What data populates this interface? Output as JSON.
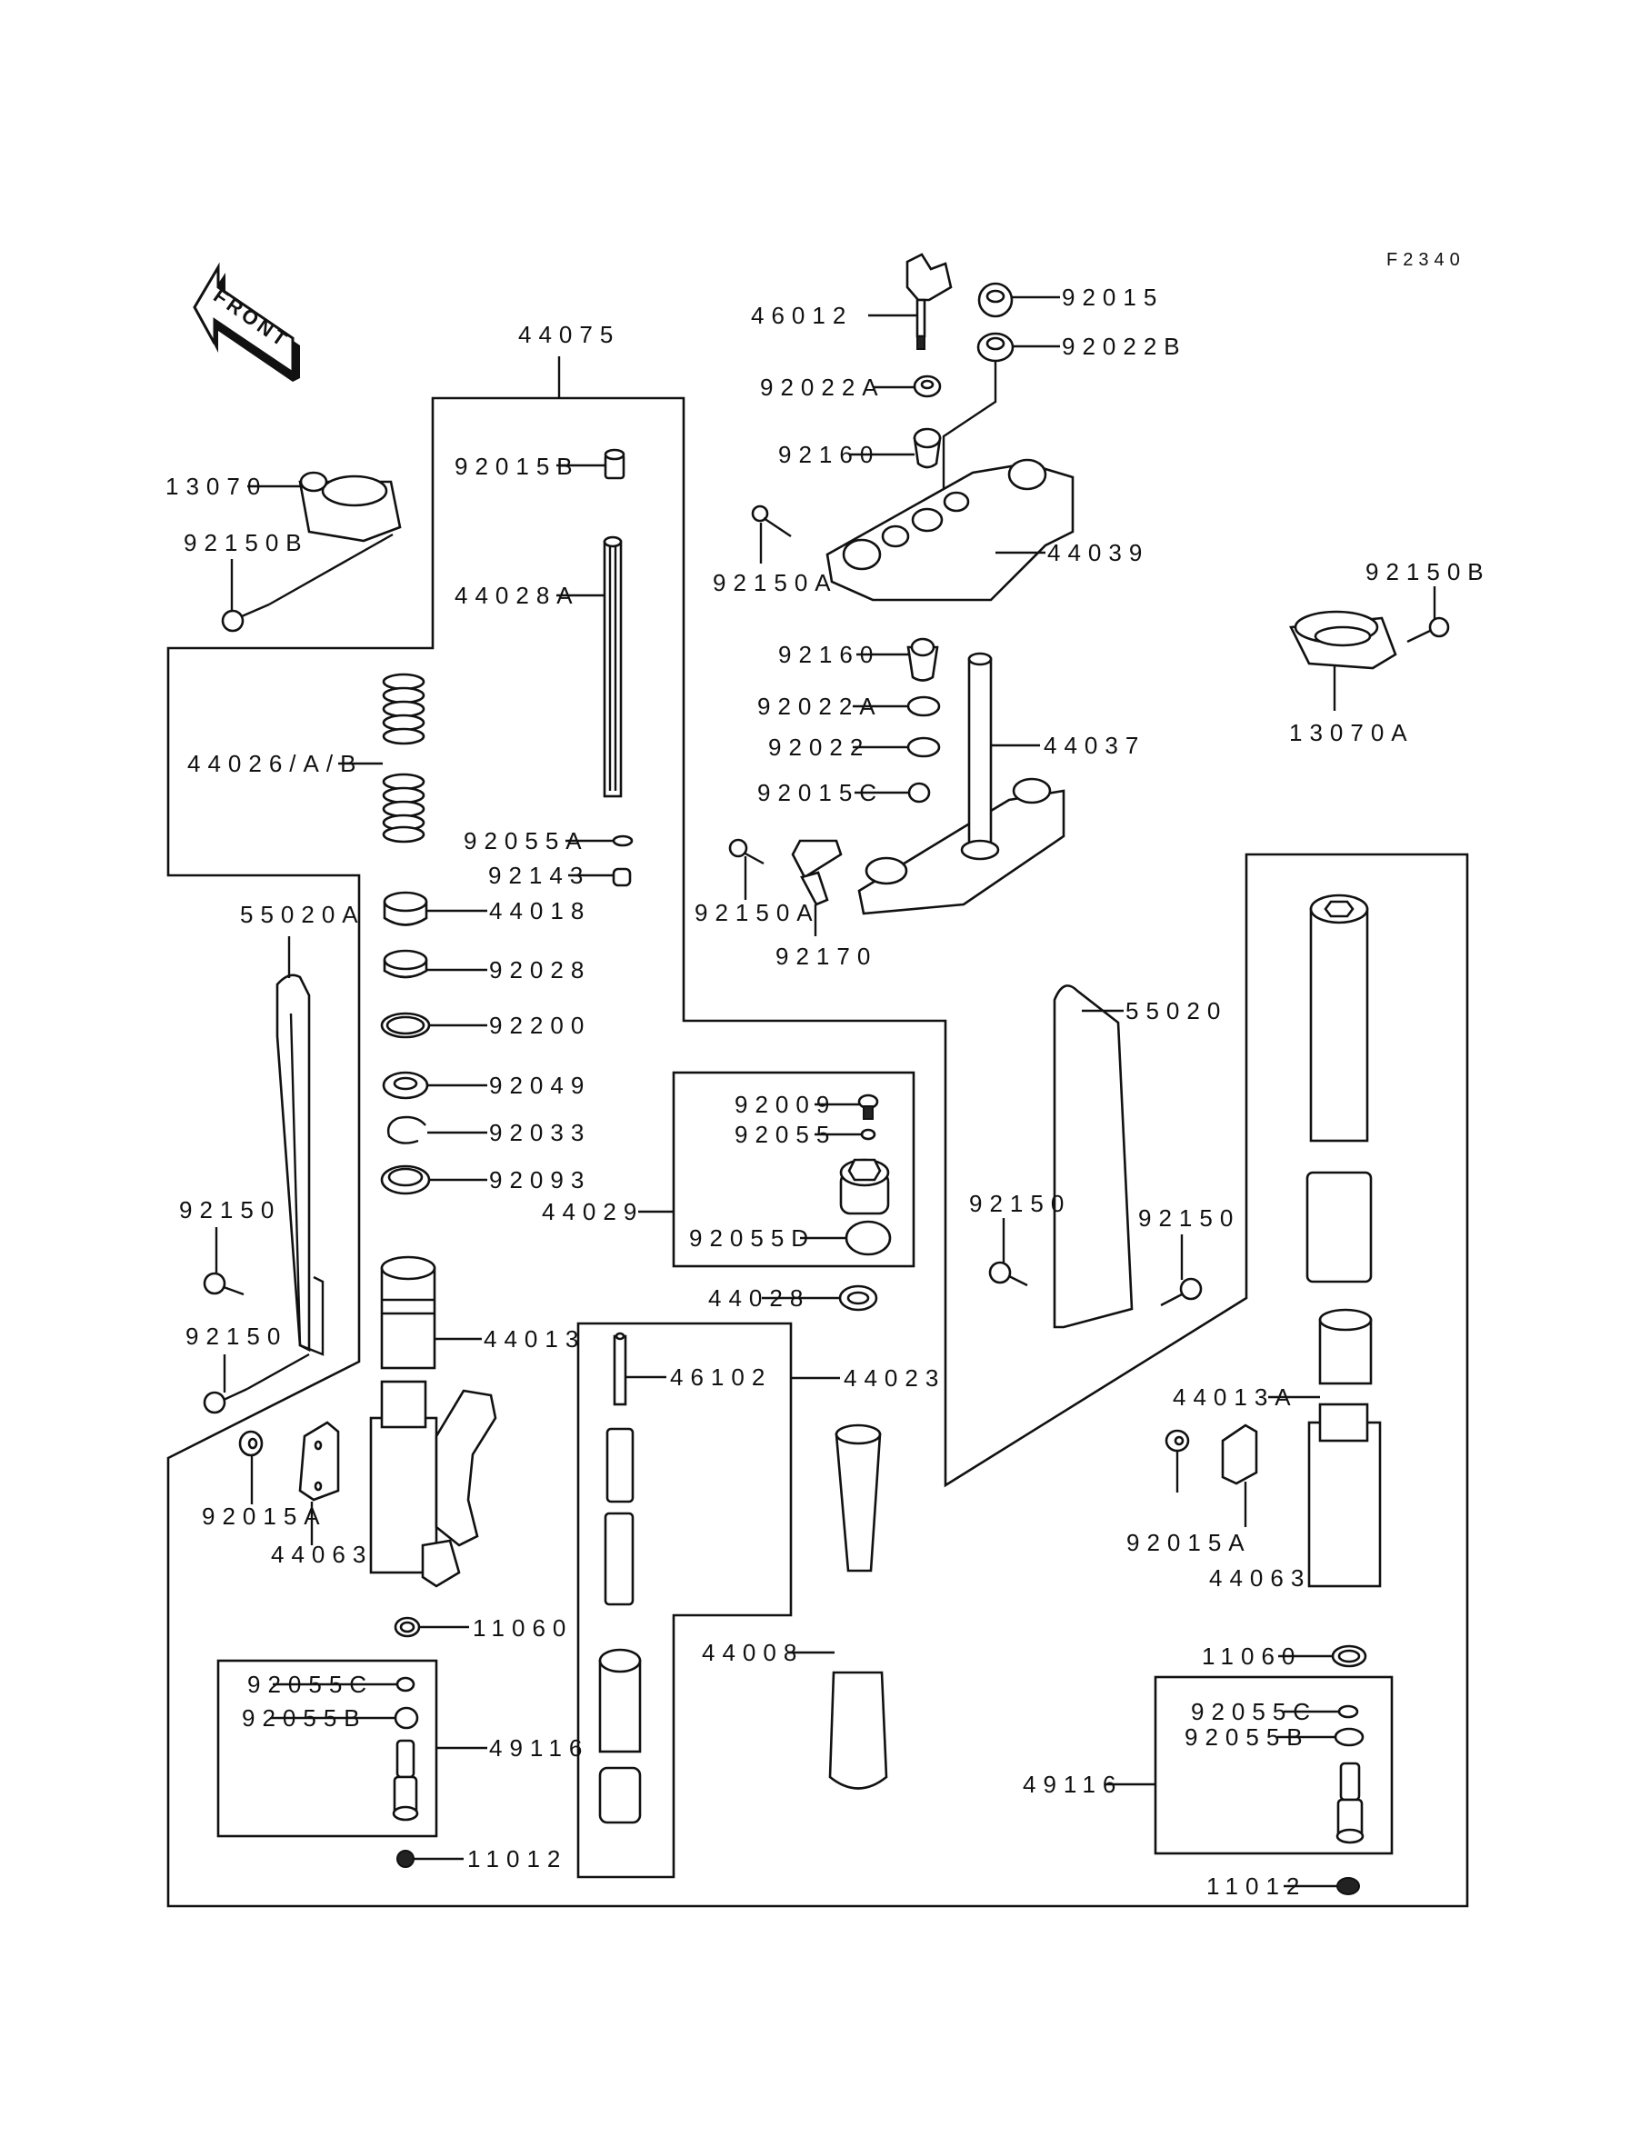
{
  "diagram": {
    "code": "F2340",
    "front_arrow_text": "FRONT",
    "labels": {
      "l44075": "44075",
      "l46012": "46012",
      "l92015": "92015",
      "l92022B": "92022B",
      "l92022A_top": "92022A",
      "l92160_top": "92160",
      "l13070": "13070",
      "l92015B": "92015B",
      "l92150B_left": "92150B",
      "l92150A_top": "92150A",
      "l44039": "44039",
      "l44028A": "44028A",
      "l92150B_right": "92150B",
      "l13070A": "13070A",
      "l92160_mid": "92160",
      "l92022A_mid": "92022A",
      "l92022": "92022",
      "l92015C": "92015C",
      "l44037": "44037",
      "l44026": "44026/A/B",
      "l92055A": "92055A",
      "l92143": "92143",
      "l92150A_mid": "92150A",
      "l44018": "44018",
      "l92170": "92170",
      "l55020A": "55020A",
      "l92028": "92028",
      "l92200": "92200",
      "l55020": "55020",
      "l92049": "92049",
      "l92009": "92009",
      "l92033": "92033",
      "l92055": "92055",
      "l92093": "92093",
      "l44029": "44029",
      "l92150_a": "92150",
      "l92150_b": "92150",
      "l92150_c": "92150",
      "l92150_d": "92150",
      "l92055D": "92055D",
      "l44028": "44028",
      "l44013": "44013",
      "l46102": "46102",
      "l44023": "44023",
      "l44013A": "44013A",
      "l92015A_left": "92015A",
      "l44063_left": "44063",
      "l92015A_right": "92015A",
      "l44063_right": "44063",
      "l11060_left": "11060",
      "l11060_right": "11060",
      "l44008": "44008",
      "l92055C_left": "92055C",
      "l92055B_left": "92055B",
      "l49116_left": "49116",
      "l92055C_right": "92055C",
      "l92055B_right": "92055B",
      "l49116_right": "49116",
      "l11012_left": "11012",
      "l11012_right": "11012"
    }
  }
}
